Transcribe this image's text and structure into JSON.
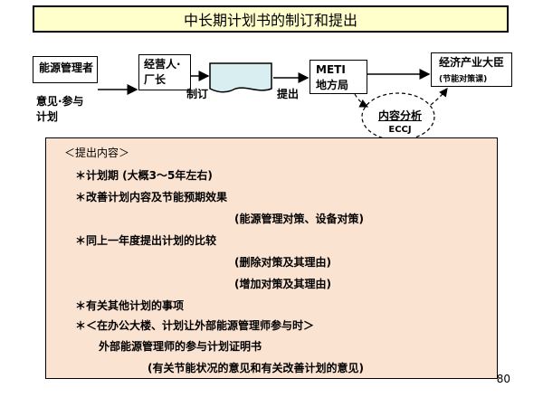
{
  "title": "中长期计划书的制订和提出",
  "diagram": {
    "energy_manager": "能源管理者",
    "operator_lines": [
      "经营人·",
      "厂长"
    ],
    "plan_doc": "计划书",
    "meti_lines": [
      "METI",
      "地方局"
    ],
    "minister": "经济产业大臣",
    "minister_note": "(节能对策课)",
    "opinion_lines": [
      "意见·参与",
      "计划"
    ],
    "make_label": "制订",
    "submit_label": "提出",
    "analysis": "内容分析",
    "eccj": "ECCJ"
  },
  "content": {
    "header": "＜提出内容＞",
    "lines": [
      "＊计划期  (大概3～5年左右)",
      "＊改善计划内容及节能预期效果",
      "(能源管理对策、设备对策)",
      "＊同上一年度提出计划的比较",
      "(删除对策及其理由)",
      "(增加对策及其理由)",
      "＊有关其他计划的事项",
      "＊＜在办公大楼、计划让外部能源管理师参与时＞",
      "外部能源管理师的参与计划证明书",
      "(有关节能状况的意见和有关改善计划的意见)"
    ]
  },
  "page_number": "80"
}
